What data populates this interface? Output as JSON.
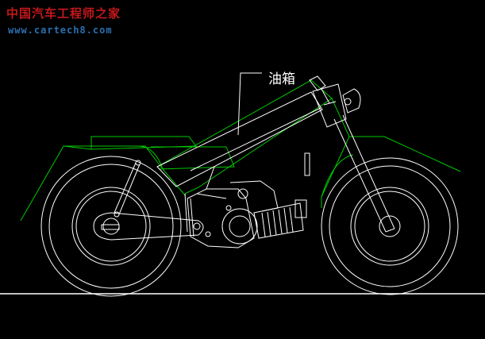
{
  "watermark": {
    "title": "中国汽车工程师之家",
    "url": "www.cartech8.com"
  },
  "callout": {
    "label": "油箱"
  },
  "colors": {
    "background": "#000000",
    "outline": "#ffffff",
    "frame": "#00c800",
    "watermark_title": "#c4181c",
    "watermark_url": "#2a6fb0"
  }
}
